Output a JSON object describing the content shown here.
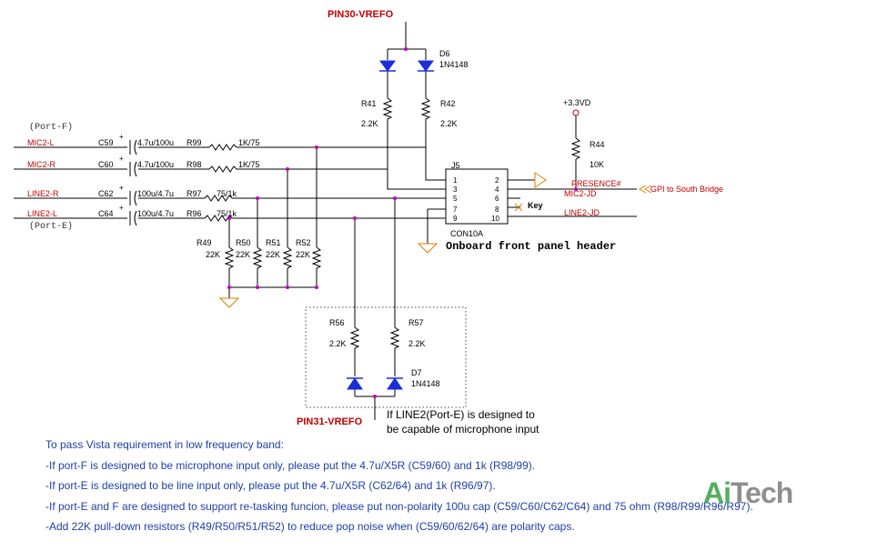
{
  "nets": {
    "pin30": "PIN30-VREFO",
    "pin31": "PIN31-VREFO",
    "vcc": "+3.3VD",
    "mic2l": "MIC2-L",
    "mic2r": "MIC2-R",
    "line2r": "LINE2-R",
    "line2l": "LINE2-L",
    "portf": "(Port-F)",
    "porte": "(Port-E)",
    "presence": "PRESENCE#",
    "gpi": "GPI to South Bridge",
    "mic2jd": "MIC2-JD",
    "line2jd": "LINE2-JD"
  },
  "diodes": {
    "d6": "D6",
    "d6_part": "1N4148",
    "d7": "D7",
    "d7_part": "1N4148"
  },
  "resistors": {
    "r41": "R41",
    "r41_val": "2.2K",
    "r42": "R42",
    "r42_val": "2.2K",
    "r44": "R44",
    "r44_val": "10K",
    "r49": "R49",
    "r49_val": "22K",
    "r50": "R50",
    "r50_val": "22K",
    "r51": "R51",
    "r51_val": "22K",
    "r52": "R52",
    "r52_val": "22K",
    "r56": "R56",
    "r56_val": "2.2K",
    "r57": "R57",
    "r57_val": "2.2K",
    "r99": "R99",
    "r99_val": "1K/75",
    "r98": "R98",
    "r98_val": "1K/75",
    "r97": "R97",
    "r97_val": "75/1k",
    "r96": "R96",
    "r96_val": "75/1k"
  },
  "capacitors": {
    "c59": "C59",
    "c59_val": "4.7u/100u",
    "c60": "C60",
    "c60_val": "4.7u/100u",
    "c62": "C62",
    "c62_val": "100u/4.7u",
    "c64": "C64",
    "c64_val": "100u/4.7u"
  },
  "connector": {
    "ref": "J5",
    "part": "CON10A",
    "pins_left": [
      "1",
      "3",
      "5",
      "7",
      "9"
    ],
    "pins_right": [
      "2",
      "4",
      "6",
      "8",
      "10"
    ],
    "key": "Key",
    "caption": "Onboard front panel header"
  },
  "annotation": {
    "line1": "If LINE2(Port-E) is designed to",
    "line2": "be capable of microphone input"
  },
  "notes": [
    "To pass Vista requirement in low frequency band:",
    "-If port-F is designed to be microphone input only, please put the 4.7u/X5R (C59/60) and 1k (R98/99).",
    "-If port-E is designed to be line input only, please put the 4.7u/X5R (C62/64) and 1k (R96/97).",
    "-If port-E and F are designed to support re-tasking funcion, please put non-polarity 100u cap (C59/C60/C62/C64) and 75 ohm (R98/R99/R96/R97).",
    "-Add 22K pull-down resistors (R49/R50/R51/R52) to reduce pop noise when (C59/60/62/64) are polarity caps."
  ],
  "logo": {
    "part1": "Ai",
    "part2": "Tech"
  }
}
